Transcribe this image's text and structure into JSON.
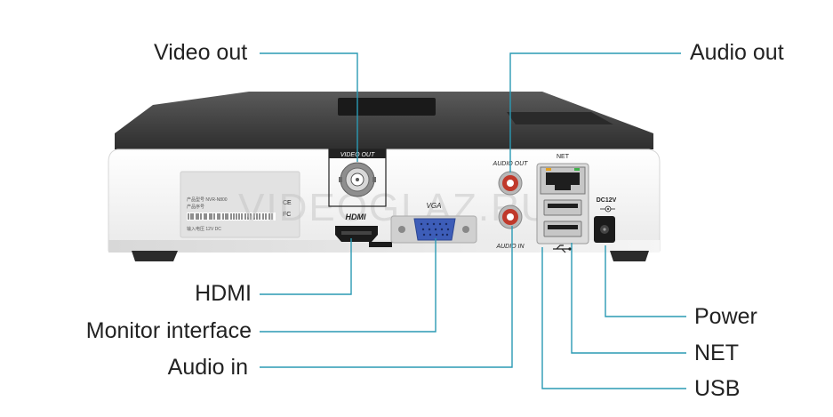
{
  "callouts": {
    "video_out": "Video out",
    "audio_out": "Audio out",
    "hdmi": "HDMI",
    "monitor_interface": "Monitor interface",
    "audio_in": "Audio in",
    "power": "Power",
    "net": "NET",
    "usb": "USB"
  },
  "device_labels": {
    "video_out": "VIDEO OUT",
    "hdmi": "HDMI",
    "vga": "VGA",
    "audio_out": "AUDIO OUT",
    "audio_in": "AUDIO IN",
    "net": "NET",
    "dc": "DC12V",
    "model_line1": "产品型号  NVR-N800",
    "model_line2": "产品序号",
    "model_line3": "输入电压  12V DC",
    "ce": "CE",
    "fc": "FC"
  },
  "watermark": "VIDEOGLAZ.RU",
  "colors": {
    "leader": "#2a9ab4",
    "chassis_top": "#4a4a4a",
    "chassis_body": "#ffffff",
    "vga_blue": "#3d5db8",
    "rca_red": "#c0392b"
  }
}
